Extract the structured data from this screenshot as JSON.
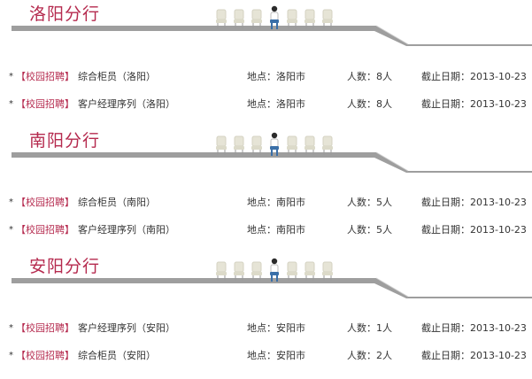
{
  "sections": [
    {
      "branch": "洛阳分行",
      "jobs": [
        {
          "bullet": "*",
          "tag": "【校园招聘】",
          "title": "综合柜员（洛阳）",
          "location": "地点：洛阳市",
          "count": "人数：8人",
          "deadline": "截止日期：2013-10-23"
        },
        {
          "bullet": "*",
          "tag": "【校园招聘】",
          "title": "客户经理序列（洛阳）",
          "location": "地点：洛阳市",
          "count": "人数：8人",
          "deadline": "截止日期：2013-10-23"
        }
      ]
    },
    {
      "branch": "南阳分行",
      "jobs": [
        {
          "bullet": "*",
          "tag": "【校园招聘】",
          "title": "综合柜员（南阳）",
          "location": "地点：南阳市",
          "count": "人数：5人",
          "deadline": "截止日期：2013-10-23"
        },
        {
          "bullet": "*",
          "tag": "【校园招聘】",
          "title": "客户经理序列（南阳）",
          "location": "地点：南阳市",
          "count": "人数：5人",
          "deadline": "截止日期：2013-10-23"
        }
      ]
    },
    {
      "branch": "安阳分行",
      "jobs": [
        {
          "bullet": "*",
          "tag": "【校园招聘】",
          "title": "客户经理序列（安阳）",
          "location": "地点：安阳市",
          "count": "人数：1人",
          "deadline": "截止日期：2013-10-23"
        },
        {
          "bullet": "*",
          "tag": "【校园招聘】",
          "title": "综合柜员（安阳）",
          "location": "地点：安阳市",
          "count": "人数：2人",
          "deadline": "截止日期：2013-10-23"
        }
      ]
    }
  ],
  "colors": {
    "accent": "#b52a4e",
    "banner_gray": "#9e9e9e",
    "banner_line": "#cfcfcf",
    "chair": "#e6e4d6"
  },
  "icons": {
    "chair": "chair-icon",
    "person": "seated-person-icon"
  }
}
